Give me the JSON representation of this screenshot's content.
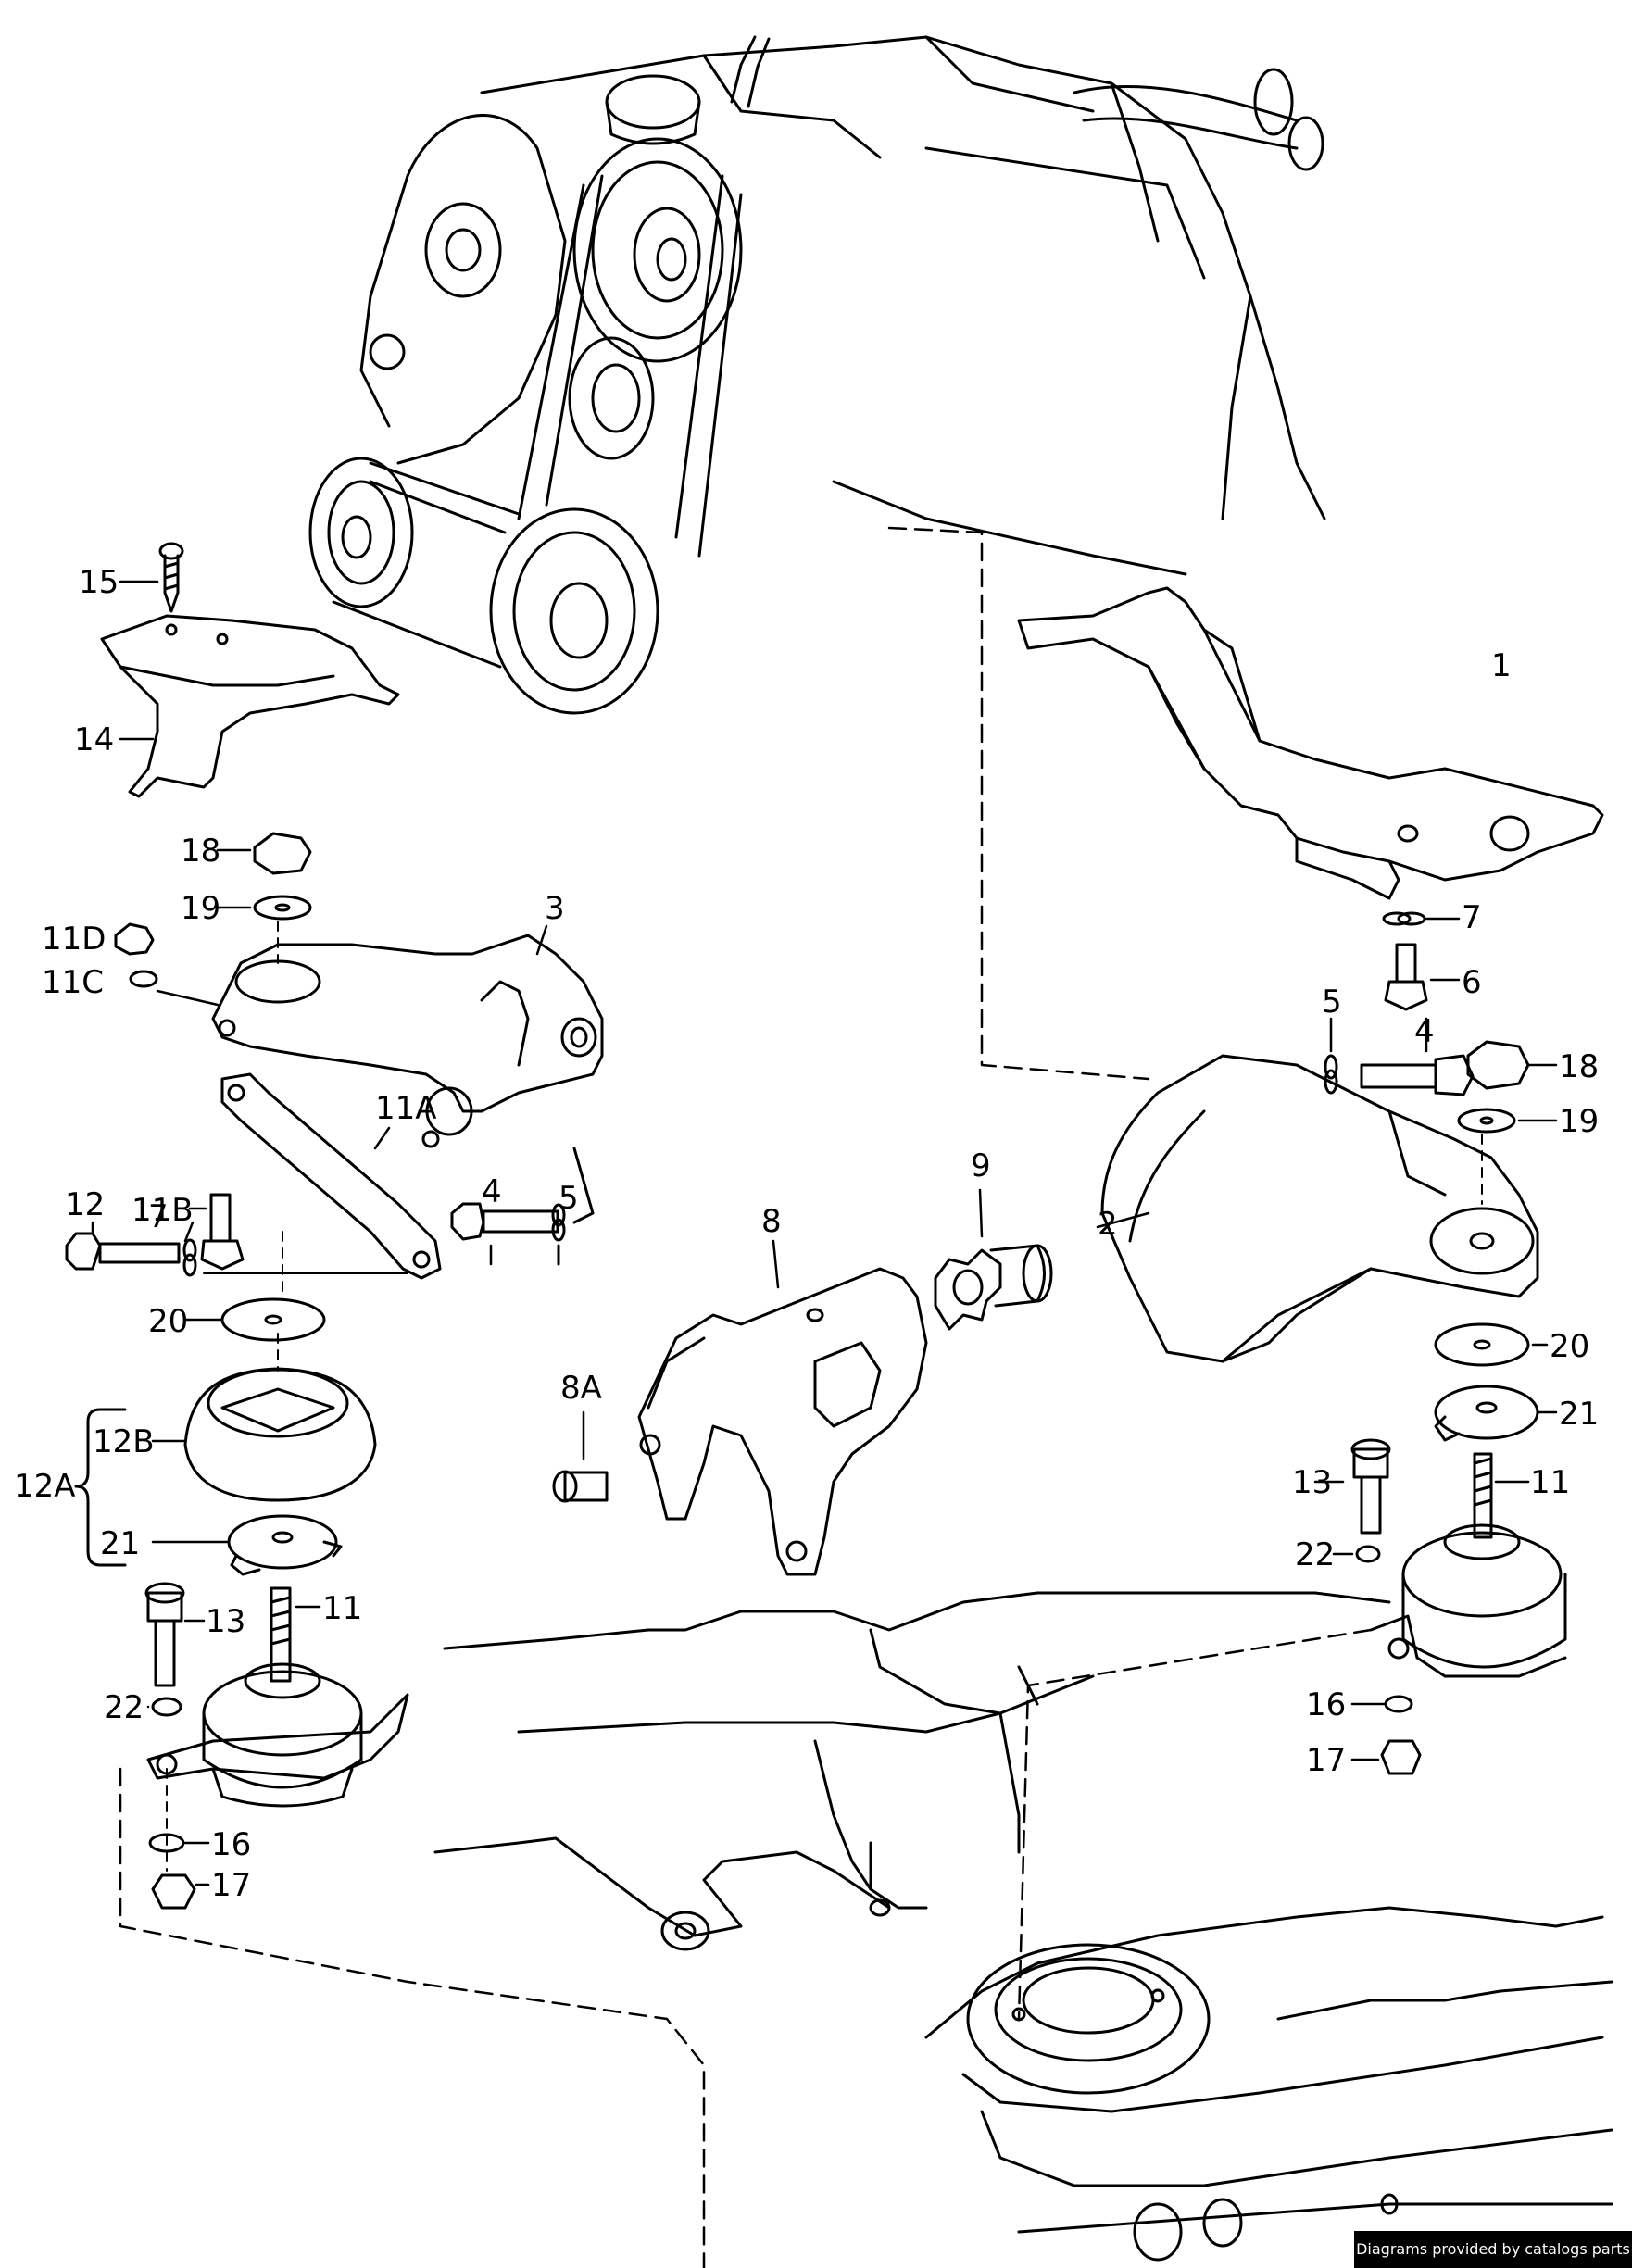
{
  "diagram": {
    "callouts": [
      {
        "id": "c1",
        "label": "1"
      },
      {
        "id": "c2",
        "label": "2"
      },
      {
        "id": "c3",
        "label": "3"
      },
      {
        "id": "c4a",
        "label": "4"
      },
      {
        "id": "c4b",
        "label": "4"
      },
      {
        "id": "c5a",
        "label": "5"
      },
      {
        "id": "c5b",
        "label": "5"
      },
      {
        "id": "c6",
        "label": "6"
      },
      {
        "id": "c7a",
        "label": "7"
      },
      {
        "id": "c7b",
        "label": "7"
      },
      {
        "id": "c8",
        "label": "8"
      },
      {
        "id": "c8A",
        "label": "8A"
      },
      {
        "id": "c9",
        "label": "9"
      },
      {
        "id": "c11a",
        "label": "11"
      },
      {
        "id": "c11b",
        "label": "11"
      },
      {
        "id": "c11A",
        "label": "11A"
      },
      {
        "id": "c11B",
        "label": "11B"
      },
      {
        "id": "c11C",
        "label": "11C"
      },
      {
        "id": "c11D",
        "label": "11D"
      },
      {
        "id": "c12",
        "label": "12"
      },
      {
        "id": "c12A",
        "label": "12A"
      },
      {
        "id": "c12B",
        "label": "12B"
      },
      {
        "id": "c13a",
        "label": "13"
      },
      {
        "id": "c13b",
        "label": "13"
      },
      {
        "id": "c14",
        "label": "14"
      },
      {
        "id": "c15",
        "label": "15"
      },
      {
        "id": "c16a",
        "label": "16"
      },
      {
        "id": "c16b",
        "label": "16"
      },
      {
        "id": "c17a",
        "label": "17"
      },
      {
        "id": "c17b",
        "label": "17"
      },
      {
        "id": "c18a",
        "label": "18"
      },
      {
        "id": "c18b",
        "label": "18"
      },
      {
        "id": "c19a",
        "label": "19"
      },
      {
        "id": "c19b",
        "label": "19"
      },
      {
        "id": "c20a",
        "label": "20"
      },
      {
        "id": "c20b",
        "label": "20"
      },
      {
        "id": "c21a",
        "label": "21"
      },
      {
        "id": "c21b",
        "label": "21"
      },
      {
        "id": "c22a",
        "label": "22"
      },
      {
        "id": "c22b",
        "label": "22"
      }
    ]
  },
  "footer": {
    "credit": "Diagrams provided by catalogs parts"
  }
}
